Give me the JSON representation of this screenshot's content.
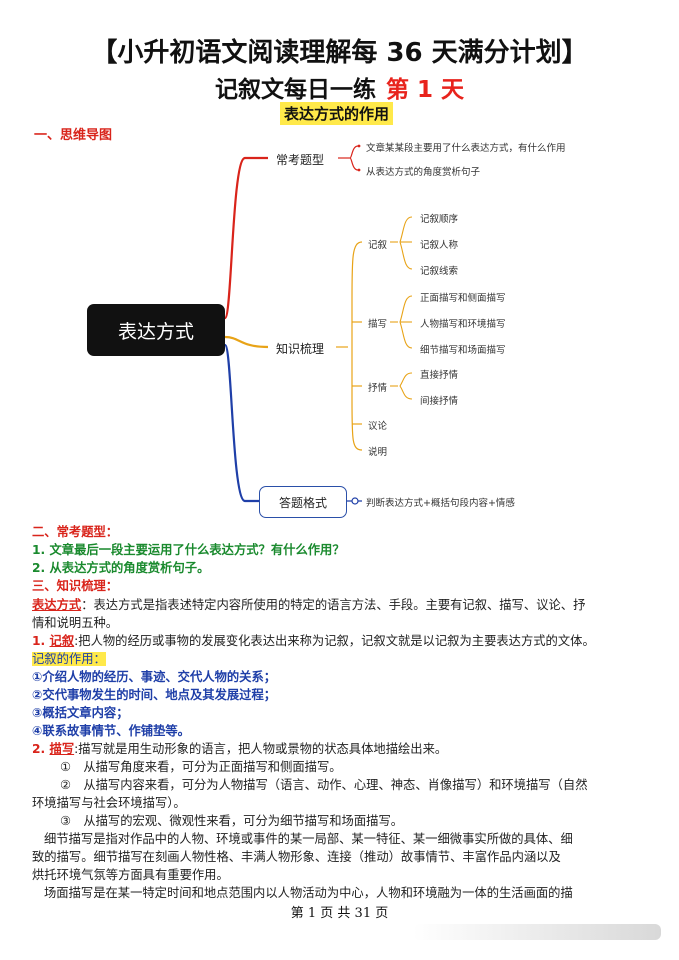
{
  "header": {
    "title": "【小升初语文阅读理解每 36 天满分计划】",
    "subtitle": "记叙文每日一练",
    "day": "第 1 天",
    "topic": "表达方式的作用"
  },
  "mindmap": {
    "section": "一、思维导图",
    "root": "表达方式",
    "branch1": {
      "label": "常考题型",
      "leaves": [
        "文章某某段主要用了什么表达方式，有什么作用",
        "从表达方式的角度赏析句子"
      ]
    },
    "branch2": {
      "label": "知识梳理",
      "sub": {
        "narrate": {
          "label": "记叙",
          "leaves": [
            "记叙顺序",
            "记叙人称",
            "记叙线索"
          ]
        },
        "describe": {
          "label": "描写",
          "leaves": [
            "正面描写和侧面描写",
            "人物描写和环境描写",
            "细节描写和场面描写"
          ]
        },
        "lyric": {
          "label": "抒情",
          "leaves": [
            "直接抒情",
            "间接抒情"
          ]
        },
        "discuss": "议论",
        "explain": "说明"
      }
    },
    "branch3": {
      "label": "答题格式",
      "leaf": "判断表达方式+概括句段内容+情感"
    }
  },
  "body": {
    "sec2": "二、常考题型：",
    "q1": "1. 文章最后一段主要运用了什么表达方式？有什么作用？",
    "q2": "2. 从表达方式的角度赏析句子。",
    "sec3": "三、知识梳理：",
    "def_term": "表达方式",
    "def_text1": "：表达方式是指表述特定内容所使用的特定的语言方法、手段。主要有记叙、描写、议论、抒",
    "def_text2": "情和说明五种。",
    "narr_num": "1. ",
    "narr_term": "记叙",
    "narr_text": ":把人物的经历或事物的发展变化表达出来称为记叙，记叙文就是以记叙为主要表达方式的文体。",
    "role_title": "记叙的作用：",
    "roles": [
      "①介绍人物的经历、事迹、交代人物的关系；",
      "②交代事物发生的时间、地点及其发展过程；",
      "③概括文章内容；",
      "④联系故事情节、作铺垫等。"
    ],
    "desc_num": "2. ",
    "desc_term": "描写",
    "desc_text": ":描写就是用生动形象的语言，把人物或景物的状态具体地描绘出来。",
    "d1": "①　从描写角度来看，可分为正面描写和侧面描写。",
    "d2a": "②　从描写内容来看，可分为人物描写（语言、动作、心理、神态、肖像描写）和环境描写（自然",
    "d2b": "环境描写与社会环境描写）。",
    "d3": "③　从描写的宏观、微观性来看，可分为细节描写和场面描写。",
    "p1a": "细节描写是指对作品中的人物、环境或事件的某一局部、某一特征、某一细微事实所做的具体、细",
    "p1b": "致的描写。细节描写在刻画人物性格、丰满人物形象、连接（推动）故事情节、丰富作品内涵以及",
    "p1c": "烘托环境气氛等方面具有重要作用。",
    "p2a": "场面描写是在某一特定时间和地点范围内以人物活动为中心，人物和环境融为一体的生活画面的描"
  },
  "footer": "第 1 页 共 31 页",
  "colors": {
    "red": "#d9241b",
    "green": "#1a8a2e",
    "blue": "#1f3fa8",
    "yellow": "#ffe94a",
    "orange_line": "#e8a317"
  }
}
